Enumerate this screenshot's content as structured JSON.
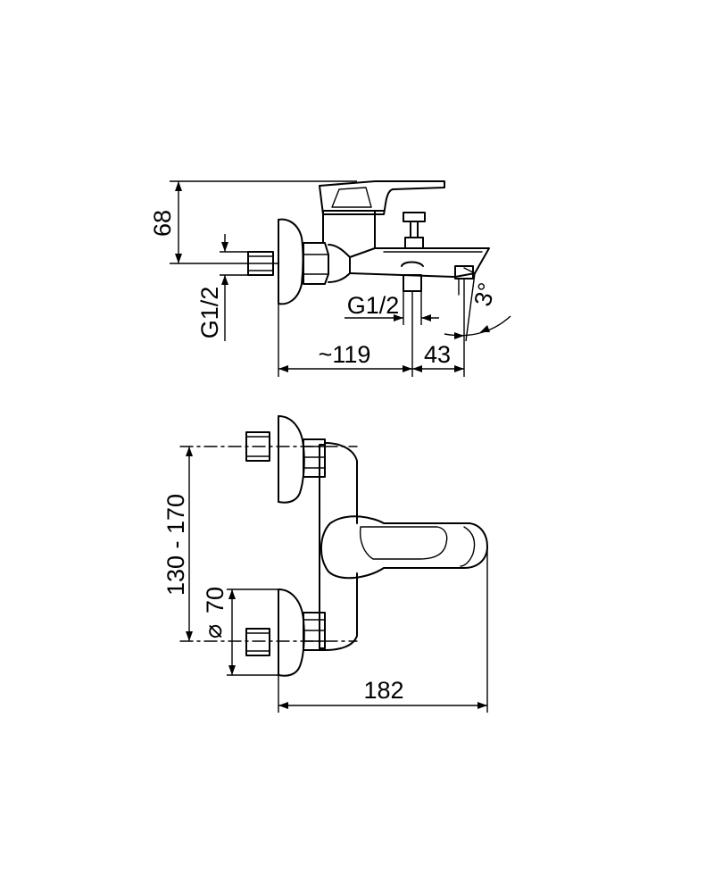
{
  "dimensions": {
    "height_68": "68",
    "thread_side": "G1/2",
    "thread_bottom": "G1/2",
    "angle": "3°",
    "reach_119": "~119",
    "spout_43": "43",
    "center_distance": "130 - 170",
    "rosette_diameter": "70",
    "total_length": "182"
  },
  "symbols": {
    "diameter": "⌀"
  },
  "colors": {
    "line": "#000000",
    "background": "#ffffff"
  }
}
